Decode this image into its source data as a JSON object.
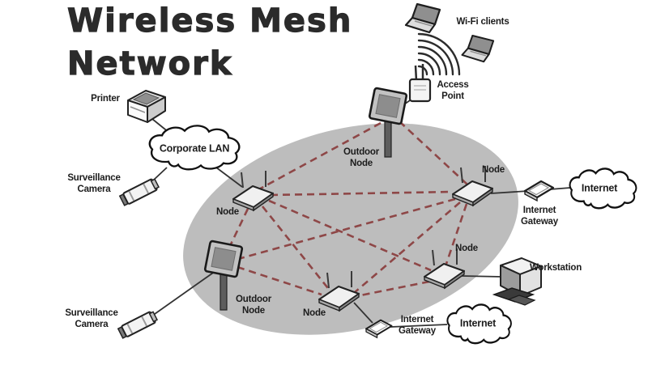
{
  "title": "Wireless Mesh\nNetwork",
  "labels": {
    "printer": "Printer",
    "corporate_lan": "Corporate LAN",
    "camera_top": "Surveillance\nCamera",
    "node_left": "Node",
    "outdoor_node_top": "Outdoor\nNode",
    "access_point": "Access\nPoint",
    "wifi_clients": "Wi-Fi clients",
    "node_right": "Node",
    "gateway_right": "Internet\nGateway",
    "internet_right": "Internet",
    "node_mid": "Node",
    "workstation": "Workstation",
    "node_bottom": "Node",
    "gateway_bottom": "Internet\nGateway",
    "internet_bottom": "Internet",
    "outdoor_node_bottom": "Outdoor\nNode",
    "camera_bottom": "Surveillance\nCamera"
  },
  "colors": {
    "background": "#ffffff",
    "mesh_area": "#bdbdbd",
    "mesh_link": "#8e4747",
    "wired_link": "#333333",
    "text": "#1c1c1c"
  },
  "topology": {
    "mesh_nodes": [
      "Outdoor Node (top)",
      "Node (left)",
      "Node (right)",
      "Node (mid-right)",
      "Node (bottom)",
      "Outdoor Node (bottom-left)"
    ],
    "mesh_links": [
      [
        "Outdoor Node (top)",
        "Node (left)"
      ],
      [
        "Outdoor Node (top)",
        "Node (right)"
      ],
      [
        "Node (left)",
        "Node (right)"
      ],
      [
        "Node (left)",
        "Node (mid-right)"
      ],
      [
        "Node (left)",
        "Node (bottom)"
      ],
      [
        "Node (left)",
        "Outdoor Node (bottom-left)"
      ],
      [
        "Node (right)",
        "Node (mid-right)"
      ],
      [
        "Node (right)",
        "Node (bottom)"
      ],
      [
        "Node (right)",
        "Outdoor Node (bottom-left)"
      ],
      [
        "Outdoor Node (bottom-left)",
        "Node (bottom)"
      ],
      [
        "Node (mid-right)",
        "Node (bottom)"
      ]
    ],
    "wired_links": [
      [
        "Printer",
        "Corporate LAN"
      ],
      [
        "Surveillance Camera (top)",
        "Corporate LAN"
      ],
      [
        "Corporate LAN",
        "Node (left)"
      ],
      [
        "Access Point",
        "Outdoor Node (top)"
      ],
      [
        "Access Point",
        "Wi-Fi clients"
      ],
      [
        "Node (right)",
        "Internet Gateway (right)"
      ],
      [
        "Internet Gateway (right)",
        "Internet (right)"
      ],
      [
        "Node (mid-right)",
        "Workstation"
      ],
      [
        "Node (bottom)",
        "Internet Gateway (bottom)"
      ],
      [
        "Internet Gateway (bottom)",
        "Internet (bottom)"
      ],
      [
        "Surveillance Camera (bottom)",
        "Outdoor Node (bottom-left)"
      ]
    ]
  }
}
